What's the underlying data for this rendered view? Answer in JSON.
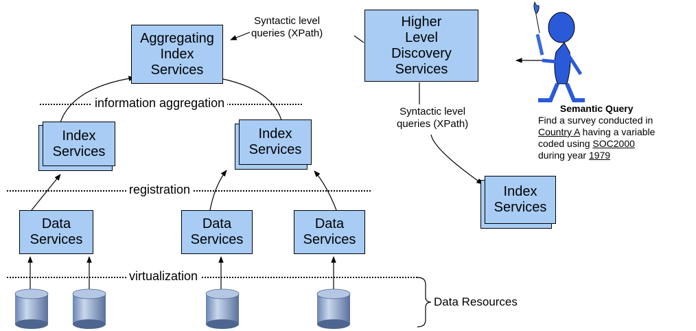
{
  "aggregating": "Aggregating\nIndex\nServices",
  "higher": "Higher\nLevel\nDiscovery Services",
  "index_services": "Index\nServices",
  "data_services": "Data\nServices",
  "layers": {
    "aggregation": "information aggregation",
    "registration": "registration",
    "virtualization": "virtualization"
  },
  "syntactic_query_label": "Syntactic level\nqueries (XPath)",
  "semantic": {
    "title": "Semantic Query",
    "line1": "Find a survey conducted in",
    "country": "Country A",
    "line2_rest": " having a variable",
    "line3_pre": "coded using ",
    "soc": "SOC2000",
    "line4_pre": "during year ",
    "year": "1979"
  },
  "data_resources": "Data Resources",
  "colors": {
    "box_fill": "#a8ccf4",
    "cylinder": "#7c98c8"
  }
}
